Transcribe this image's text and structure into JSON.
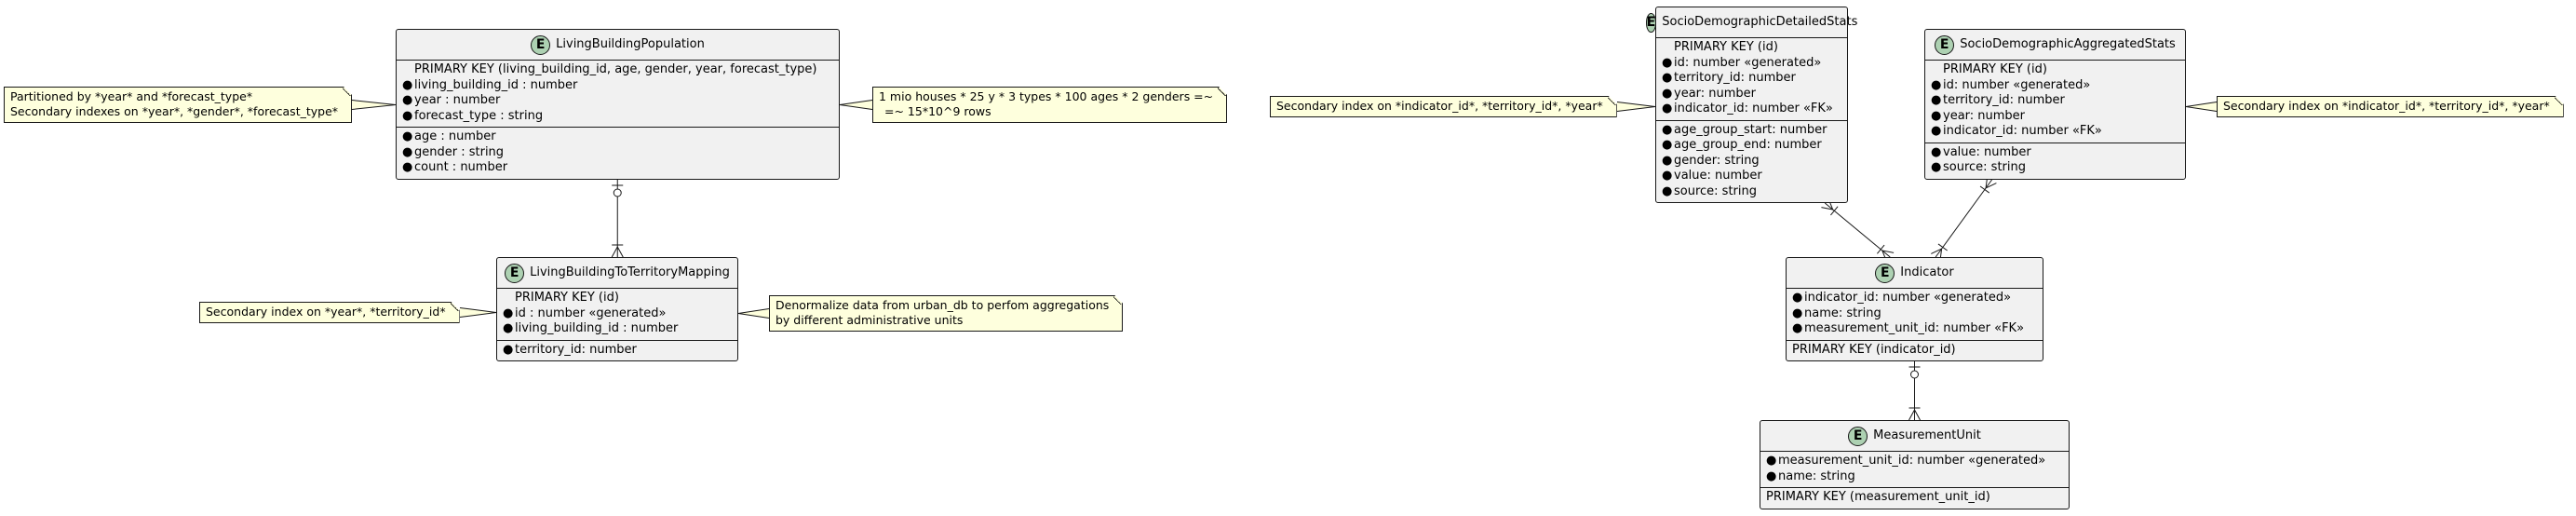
{
  "entities": {
    "living_building_population": {
      "name": "LivingBuildingPopulation",
      "pk_rows": [
        "PRIMARY KEY (living_building_id, age, gender, year, forecast_type)"
      ],
      "key_rows": [
        "living_building_id : number",
        "year : number",
        "forecast_type : string"
      ],
      "attr_rows": [
        "age : number",
        "gender : string",
        "count : number"
      ]
    },
    "living_building_to_territory_mapping": {
      "name": "LivingBuildingToTerritoryMapping",
      "pk_rows": [
        "PRIMARY KEY (id)"
      ],
      "key_rows": [
        "id : number «generated»",
        "living_building_id : number"
      ],
      "attr_rows": [
        "territory_id: number"
      ]
    },
    "socio_demographic_detailed_stats": {
      "name": "SocioDemographicDetailedStats",
      "pk_rows": [
        "PRIMARY KEY (id)"
      ],
      "key_rows": [
        "id: number «generated»",
        "territory_id: number",
        "year: number",
        "indicator_id: number «FK»"
      ],
      "attr_rows": [
        "age_group_start: number",
        "age_group_end: number",
        "gender: string",
        "value: number",
        "source: string"
      ]
    },
    "socio_demographic_aggregated_stats": {
      "name": "SocioDemographicAggregatedStats",
      "pk_rows": [
        "PRIMARY KEY (id)"
      ],
      "key_rows": [
        "id: number «generated»",
        "territory_id: number",
        "year: number",
        "indicator_id: number «FK»"
      ],
      "attr_rows": [
        "value: number",
        "source: string"
      ]
    },
    "indicator": {
      "name": "Indicator",
      "key_rows": [
        "indicator_id: number «generated»",
        "name: string",
        "measurement_unit_id: number «FK»"
      ],
      "pk_rows": [
        "PRIMARY KEY (indicator_id)"
      ]
    },
    "measurement_unit": {
      "name": "MeasurementUnit",
      "key_rows": [
        "measurement_unit_id: number «generated»",
        "name: string"
      ],
      "pk_rows": [
        "PRIMARY KEY (measurement_unit_id)"
      ]
    }
  },
  "entity_badge": "E",
  "notes": {
    "partitioned": [
      "Partitioned by *year* and *forecast_type*",
      "Secondary indexes on *year*, *gender*, *forecast_type*"
    ],
    "row_estimate": [
      "1 mio houses * 25 y * 3 types * 100 ages * 2 genders =~",
      "=~ 15*10^9 rows"
    ],
    "mapping_index": [
      "Secondary index on *year*, *territory_id*"
    ],
    "denormalize": [
      "Denormalize data from urban_db to perfom aggregations",
      "by different administrative units"
    ],
    "detailed_index": [
      "Secondary index on *indicator_id*, *territory_id*, *year*"
    ],
    "aggregated_index": [
      "Secondary index on *indicator_id*, *territory_id*, *year*"
    ]
  },
  "relations": [
    {
      "from": "living_building_population",
      "to": "living_building_to_territory_mapping",
      "from_end": "zero-or-one",
      "to_end": "one-or-many"
    },
    {
      "from": "socio_demographic_detailed_stats",
      "to": "indicator",
      "from_end": "one-or-many",
      "to_end": "one-or-many"
    },
    {
      "from": "socio_demographic_aggregated_stats",
      "to": "indicator",
      "from_end": "one-or-many",
      "to_end": "one-or-many"
    },
    {
      "from": "indicator",
      "to": "measurement_unit",
      "from_end": "zero-or-one",
      "to_end": "one-or-many"
    }
  ],
  "colors": {
    "entity_fill": "#f1f1f1",
    "entity_border": "#181818",
    "badge_fill": "#add1b2",
    "note_fill": "#feffdd",
    "line": "#181818"
  }
}
